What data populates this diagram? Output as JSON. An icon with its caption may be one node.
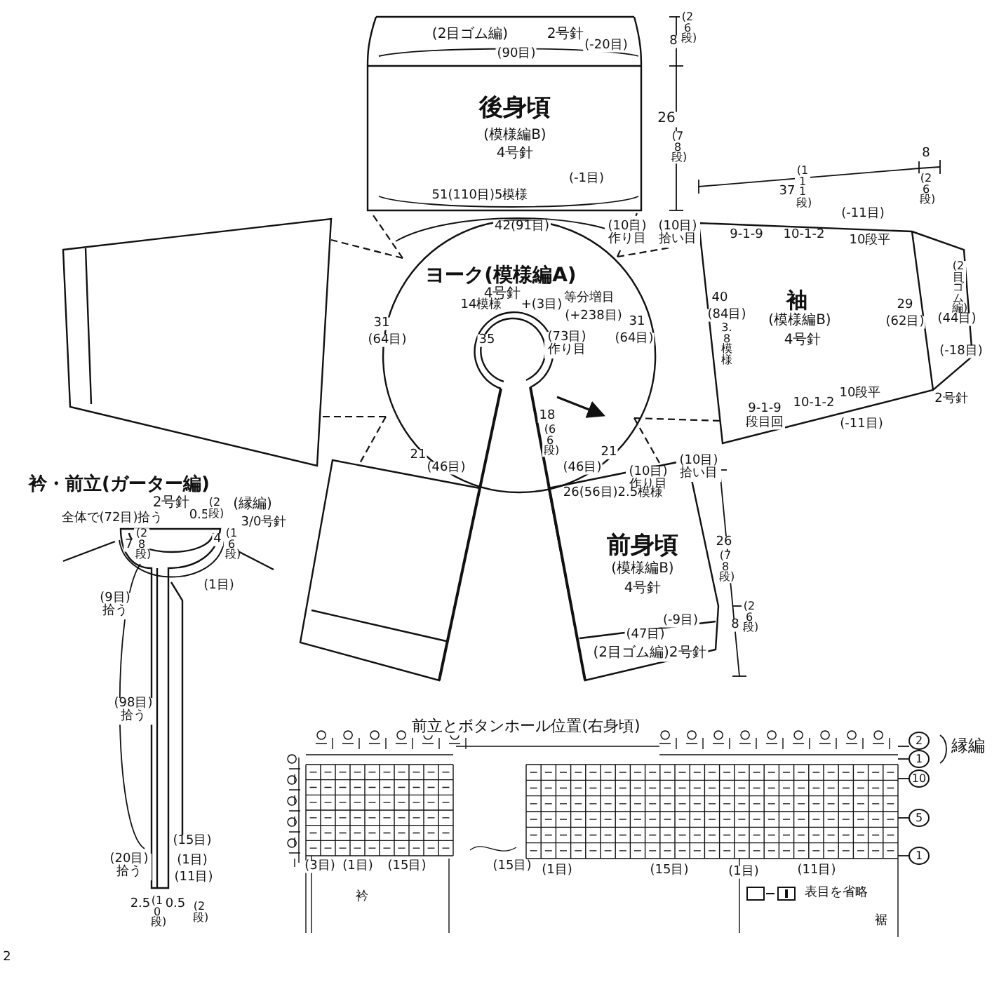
{
  "diagram": {
    "nodes": [
      {
        "text": [
          "後身頃",
          "(模様編B)",
          "4号針"
        ]
      },
      {
        "text": [
          "ヨーク(模様編A)",
          "4号針"
        ]
      },
      {
        "text": [
          "袖",
          "(模様編B)",
          "4号針"
        ]
      },
      {
        "text": [
          "前身頃",
          "(模様編B)",
          "4号針"
        ]
      },
      {
        "text": [],
        "shape": "box"
      },
      {
        "text": [],
        "shape": "box"
      },
      {
        "text": [
          "衿・前立(ガーター編)",
          "2号針"
        ]
      },
      {
        "text": [
          "前立とボタンホール位置(右身頃)"
        ]
      }
    ],
    "edges": [
      {
        "from": 1,
        "to": 0,
        "arrow": "none",
        "style": "dashed"
      },
      {
        "from": 1,
        "to": 0,
        "arrow": "none",
        "style": "dashed"
      },
      {
        "from": 1,
        "to": 4,
        "arrow": "none",
        "style": "dashed"
      },
      {
        "from": 1,
        "to": 2,
        "arrow": "none",
        "style": "dashed"
      },
      {
        "from": 1,
        "to": 4,
        "arrow": "none",
        "style": "dashed"
      },
      {
        "from": 1,
        "to": 5,
        "arrow": "none",
        "style": "dashed"
      },
      {
        "from": 1,
        "to": 2,
        "arrow": "none",
        "style": "dashed"
      },
      {
        "from": 1,
        "to": 3,
        "arrow": "none",
        "style": "dashed"
      }
    ],
    "labels": [
      "(2目ゴム編)",
      "2号針",
      "(90目)",
      "(-20目)",
      "8",
      "(26段)",
      "26",
      "(78段)",
      "(-1目)",
      "51(110目)5模様",
      "42(91目)",
      "(10目)作り目",
      "(10目)拾い目",
      "37",
      "(111段)",
      "8",
      "(26段)",
      "(-11目)",
      "9-1-9",
      "10-1-2",
      "10段平",
      "40",
      "(84目)",
      "3.8模様",
      "29",
      "(62目)",
      "(2目ゴム編)",
      "(44目)",
      "(-18目)",
      "2号針",
      "9-1-9",
      "段目回",
      "10-1-2",
      "10段平",
      "(-11目)",
      "14模様",
      "+(3目)",
      "(73目)作り目",
      "35",
      "等分増目",
      "(+238目)",
      "31",
      "(64目)",
      "31",
      "(64目)",
      "18",
      "(66段)",
      "21",
      "(46目)",
      "(46目)",
      "21",
      "(10目)作り目",
      "(10目)拾い目",
      "26(56目)2.5模様",
      "26",
      "(78段)",
      "(-9目)",
      "8",
      "(26段)",
      "(47目)",
      "(2目ゴム編)2号針",
      "全体で(72目)拾う",
      "0.5",
      "(2段)",
      "(縁編)",
      "3/0号針",
      "4",
      "(16段)",
      "7",
      "(28段)",
      "(1目)",
      "(9目)拾う",
      "(98目)拾う",
      "(15目)",
      "(20目)拾う",
      "(1目)",
      "(11目)",
      "2.5",
      "(10段)",
      "0.5",
      "(2段)",
      "縁編",
      "2",
      "1",
      "10",
      "5",
      "1",
      "(3目)",
      "(1目)",
      "(15目)",
      "(15目)",
      "(1目)",
      "(15目)",
      "(1目)",
      "(11目)",
      "衿",
      "裾",
      "2"
    ],
    "legend": [
      {
        "text": "表目を省略"
      }
    ]
  }
}
